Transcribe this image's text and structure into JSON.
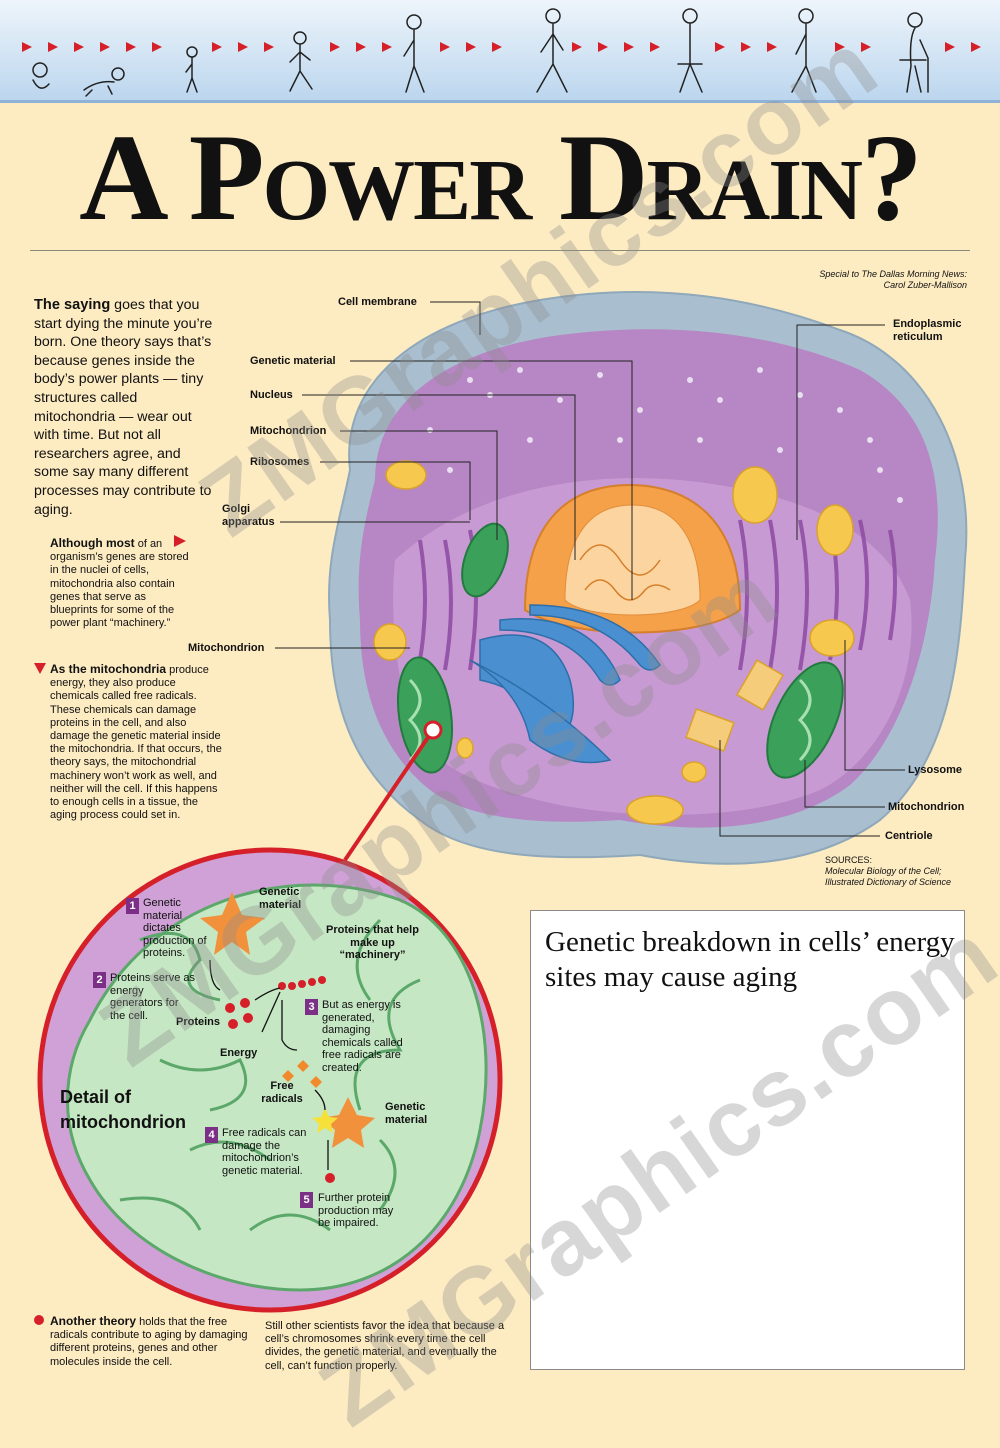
{
  "title": "A Power Drain?",
  "credit": {
    "line1": "Special to The Dallas Morning News:",
    "line2": "Carol Zuber-Mallison"
  },
  "intro": {
    "lead": "The saying",
    "body": " goes that you start dying the minute you’re born. One theory says that’s because genes inside the body’s power plants — tiny structures called mitochondria — wear out with time. But not all researchers agree, and some say many different processes may contribute to aging."
  },
  "notes": {
    "a_lead": "Although most",
    "a_body": " of an organism’s genes are stored in the nuclei of cells, mitochondria also contain genes that serve as blueprints for some of the power plant “machinery.”",
    "b_lead": "As the mitochondria",
    "b_body": " produce energy, they also produce chemicals called free radicals. These chemicals can damage proteins in the cell, and also damage the genetic material inside the mitochondria. If that occurs, the theory says, the mitochondrial machinery won’t work as well, and neither will the cell. If this happens to enough cells in a tissue, the aging process could set in.",
    "c_lead": "Another theory",
    "c_body": " holds that the free radicals contribute to aging by damaging different proteins, genes and other molecules inside the cell.",
    "d_body": "Still other scientists favor the idea that because a cell’s chromosomes shrink every time the cell divides, the genetic material, and eventually the cell, can’t function properly."
  },
  "cell_labels": {
    "cell_membrane": "Cell membrane",
    "genetic_material": "Genetic material",
    "nucleus": "Nucleus",
    "mitochondrion_top": "Mitochondrion",
    "ribosomes": "Ribosomes",
    "golgi_1": "Golgi",
    "golgi_2": "apparatus",
    "mitochondrion_left": "Mitochondrion",
    "er_1": "Endoplasmic",
    "er_2": "reticulum",
    "lysosome": "Lysosome",
    "mitochondrion_right": "Mitochondrion",
    "centriole": "Centriole"
  },
  "sources": {
    "label": "SOURCES:",
    "line1": "Molecular Biology of the Cell;",
    "line2": "Illustrated Dictionary of Science"
  },
  "caption": "Genetic breakdown in cells’ energy sites may cause aging",
  "detail": {
    "title": "Detail of mitochondrion",
    "genetic_material_1": "Genetic material",
    "genetic_material_2": "Genetic material",
    "proteins_machinery": "Proteins that help make up “machinery”",
    "proteins": "Proteins",
    "energy": "Energy",
    "free_radicals": "Free radicals",
    "steps": [
      {
        "num": "1",
        "text": "Genetic material dictates production of proteins."
      },
      {
        "num": "2",
        "text": "Proteins serve as energy generators for the cell."
      },
      {
        "num": "3",
        "text": "But as energy is generated, damaging chemicals called free radicals are created."
      },
      {
        "num": "4",
        "text": "Free radicals can damage the mitochondrion’s genetic material."
      },
      {
        "num": "5",
        "text": "Further protein production may be impaired."
      }
    ]
  },
  "watermark": "ZMGraphics.com",
  "colors": {
    "background": "#fdebc2",
    "membrane": "#a9bfcf",
    "cytoplasm": "#b786c4",
    "nucleus": "#f4a14a",
    "golgi": "#4a8fd0",
    "mitochondria": "#3aa05a",
    "pointer": "#d5202a",
    "step_badge": "#7b2f86"
  }
}
